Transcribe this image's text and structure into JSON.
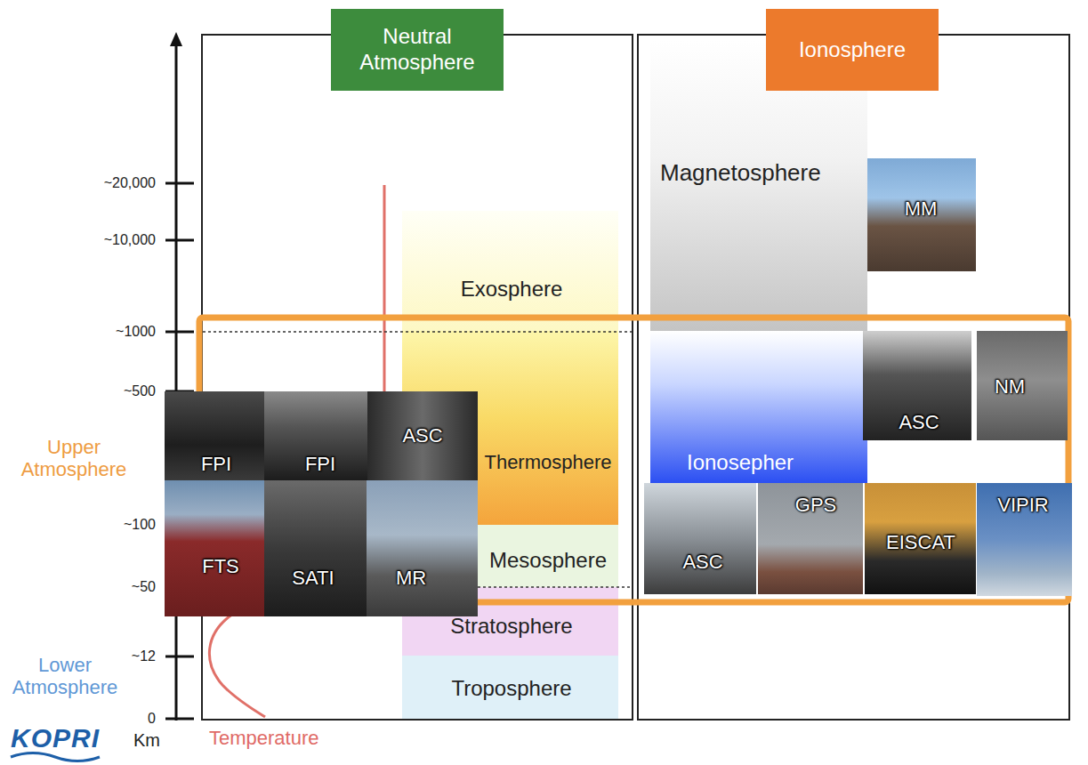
{
  "diagram": {
    "nodes": [
      {
        "text": [
          "Neutral Atmosphere"
        ]
      },
      {
        "text": [
          "Exosphere"
        ],
        "in": 0
      },
      {
        "text": [
          "Thermosphere"
        ],
        "in": 0
      },
      {
        "text": [
          "Mesosphere"
        ],
        "in": 0
      },
      {
        "text": [
          "Stratosphere"
        ],
        "in": 0
      },
      {
        "text": [
          "Troposphere"
        ],
        "in": 0
      },
      {
        "text": [
          "FPI"
        ]
      },
      {
        "text": [
          "FPI"
        ]
      },
      {
        "text": [
          "ASC"
        ]
      },
      {
        "text": [
          "FTS"
        ]
      },
      {
        "text": [
          "SATI"
        ]
      },
      {
        "text": [
          "MR"
        ]
      },
      {
        "text": [
          "Ionosphere"
        ]
      },
      {
        "text": [
          "Magnetosphere"
        ],
        "in": 12
      },
      {
        "text": [
          "MM"
        ],
        "in": 12
      },
      {
        "text": [
          "Ionosepher"
        ],
        "in": 12
      },
      {
        "text": [
          "ASC"
        ],
        "in": 12
      },
      {
        "text": [
          "NM"
        ],
        "in": 12
      },
      {
        "text": [
          "ASC"
        ],
        "in": 12
      },
      {
        "text": [
          "GPS"
        ],
        "in": 12
      },
      {
        "text": [
          "EISCAT"
        ],
        "in": 12
      },
      {
        "text": [
          "VIPIR"
        ],
        "in": 12
      }
    ],
    "labels": [
      "~20,000",
      "~10,000",
      "~1000",
      "~500",
      "Upper Atmosphere",
      "~100",
      "~50",
      "Lower Atmosphere",
      "~12",
      "0",
      "Km",
      "Temperature",
      "KOPRI"
    ]
  }
}
